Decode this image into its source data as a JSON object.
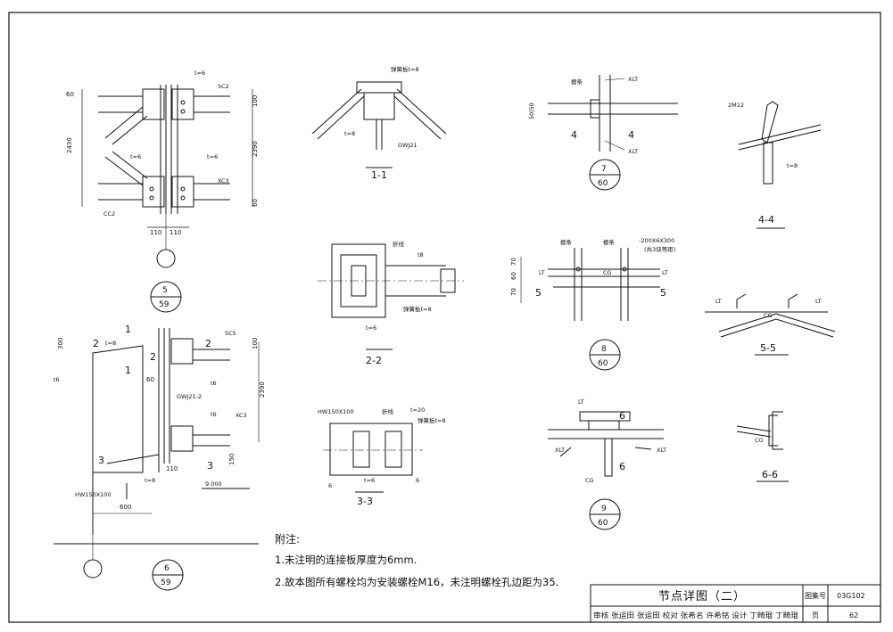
{
  "details": {
    "d5": {
      "dims": {
        "d60": "60",
        "d2430": "2430",
        "d2390": "2390",
        "d100": "100",
        "d60b": "60",
        "d110a": "110",
        "d110b": "110"
      },
      "labels": {
        "t6a": "t=6",
        "sc2": "SC2",
        "t6b": "t=6",
        "t6c": "t=6",
        "xc3": "XC3",
        "cc2": "CC2"
      },
      "circle": {
        "top": "5",
        "bottom": "59"
      }
    },
    "d11": {
      "labels": {
        "plate": "弹簧板t=8",
        "t8": "t=8",
        "gwj": "GWJ21"
      },
      "caption": "1-1"
    },
    "d22": {
      "labels": {
        "fold": "折线",
        "t8": "t8",
        "plate": "弹簧板t=8",
        "t6": "t=6"
      },
      "caption": "2-2"
    },
    "d33": {
      "labels": {
        "hw": "HW150X100",
        "fold": "折线",
        "t20": "t=20",
        "plate": "弹簧板t=8",
        "six": "6",
        "t6": "t=6",
        "six2": "6"
      },
      "caption": "3-3"
    },
    "d7": {
      "labels": {
        "beam": "檩条",
        "xlt1": "XLT",
        "xlt2": "XLT",
        "dim": "50|50",
        "four1": "4",
        "four2": "4"
      },
      "circle": {
        "top": "7",
        "bottom": "60"
      }
    },
    "d44": {
      "labels": {
        "m12": "2M12",
        "t8": "t=8"
      },
      "caption": "4-4"
    },
    "d8": {
      "labels": {
        "beam1": "檩条",
        "beam2": "檩条",
        "plate": "-200X6X300",
        "plate_note": "(共3块等距)",
        "lt1": "LT",
        "lt2": "LT",
        "cg": "CG",
        "d70": "70",
        "d60": "60",
        "d70b": "70",
        "five1": "5",
        "five2": "5"
      },
      "circle": {
        "top": "8",
        "bottom": "60"
      }
    },
    "d55": {
      "labels": {
        "lt1": "LT",
        "lt2": "LT",
        "cg": "CG"
      },
      "caption": "5-5"
    },
    "d6": {
      "labels": {
        "i1": "1",
        "i2": "1",
        "two1": "2",
        "two2": "2",
        "two3": "2",
        "three1": "3",
        "three2": "3",
        "t8": "t=8",
        "sc5": "SC5",
        "d300": "300",
        "d100": "100",
        "d2390": "2390",
        "d60": "60",
        "gwj": "GWJ21-2",
        "t6a": "t6",
        "t6b": "t6",
        "xc3": "XC3",
        "d150": "150",
        "d110": "110",
        "t8b": "t=8",
        "elev": "9.000",
        "hw": "HW150X100",
        "d600": "600",
        "t6c": "t6"
      },
      "circle": {
        "top": "6",
        "bottom": "59"
      }
    },
    "d9": {
      "labels": {
        "lt": "LT",
        "six1": "6",
        "six2": "6",
        "xlt1": "XLT",
        "xlt2": "XLT",
        "cg": "CG"
      },
      "circle": {
        "top": "9",
        "bottom": "60"
      }
    },
    "d66": {
      "labels": {
        "cg": "CG"
      },
      "caption": "6-6"
    }
  },
  "notes": {
    "title": "附注:",
    "line1": "1.未注明的连接板厚度为6mm.",
    "line2": "2.故本图所有螺栓均为安装螺栓M16，未注明螺栓孔边距为35."
  },
  "titleblock": {
    "title": "节点详图（二）",
    "atlas_label": "图集号",
    "atlas_no": "03G102",
    "page_label": "页",
    "page_no": "62",
    "sign_row": "审核 张运田 张运田 校对 张希名 许希铭 设计 丁畸琨 丁畸琨"
  }
}
